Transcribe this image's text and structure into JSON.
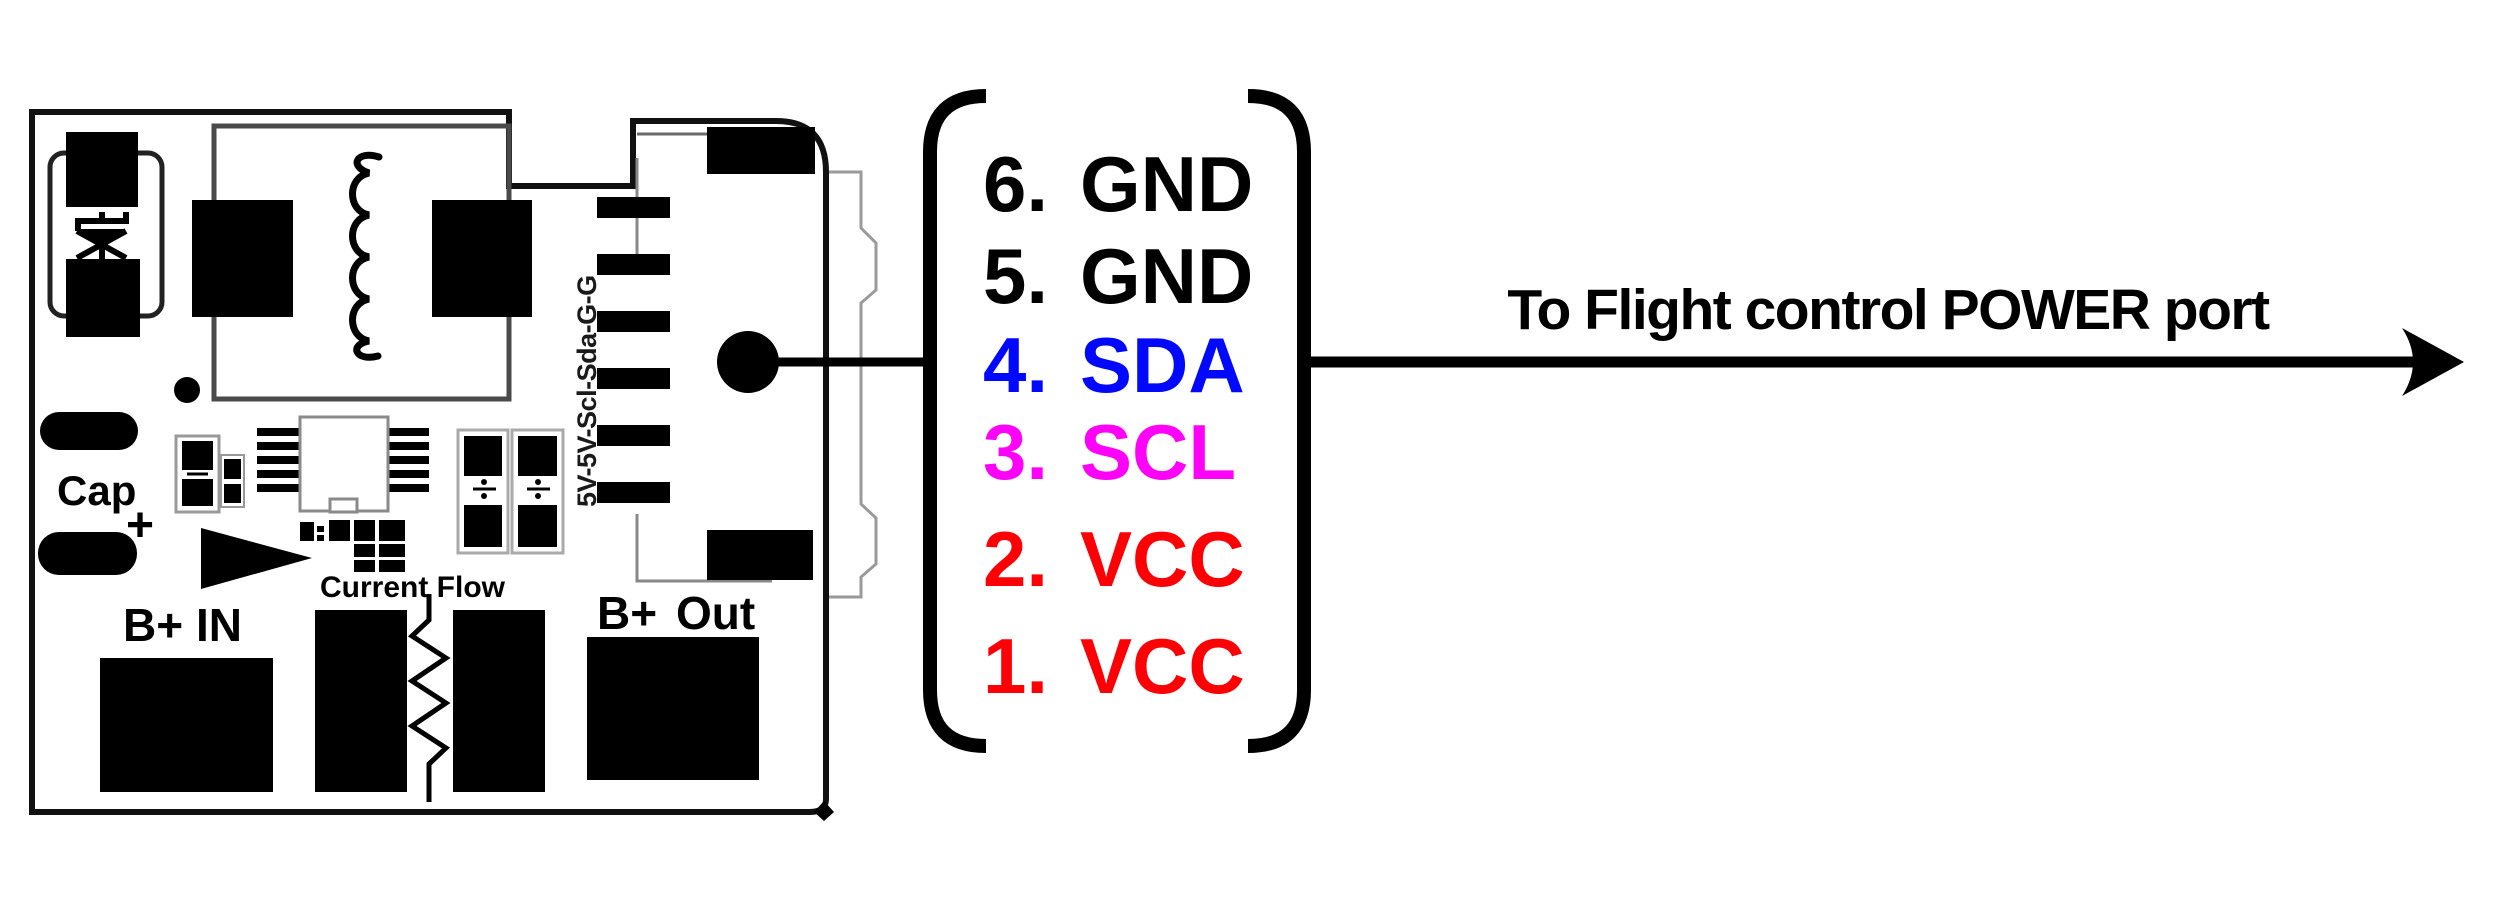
{
  "diagram": {
    "background": "#ffffff",
    "ink": "#000000"
  },
  "board": {
    "labels": {
      "cap": "Cap",
      "cap_plus": "+",
      "current_flow": "Current Flow",
      "b_in_prefix": "B+",
      "b_in_word": "IN",
      "b_out_prefix": "B+",
      "b_out_word": "Out",
      "pin_column_vertical": "5V-5V-Scl-Sda-G-G"
    }
  },
  "pinout": {
    "pins": [
      {
        "number": "6.",
        "name": "GND",
        "color": "#000000"
      },
      {
        "number": "5.",
        "name": "GND",
        "color": "#000000"
      },
      {
        "number": "4.",
        "name": "SDA",
        "color": "#0008fe"
      },
      {
        "number": "3.",
        "name": "SCL",
        "color": "#ff00f8"
      },
      {
        "number": "2.",
        "name": "VCC",
        "color": "#fc0006"
      },
      {
        "number": "1.",
        "name": "VCC",
        "color": "#fc0006"
      }
    ]
  },
  "arrow": {
    "label": "To Flight control POWER port",
    "color": "#000000"
  }
}
